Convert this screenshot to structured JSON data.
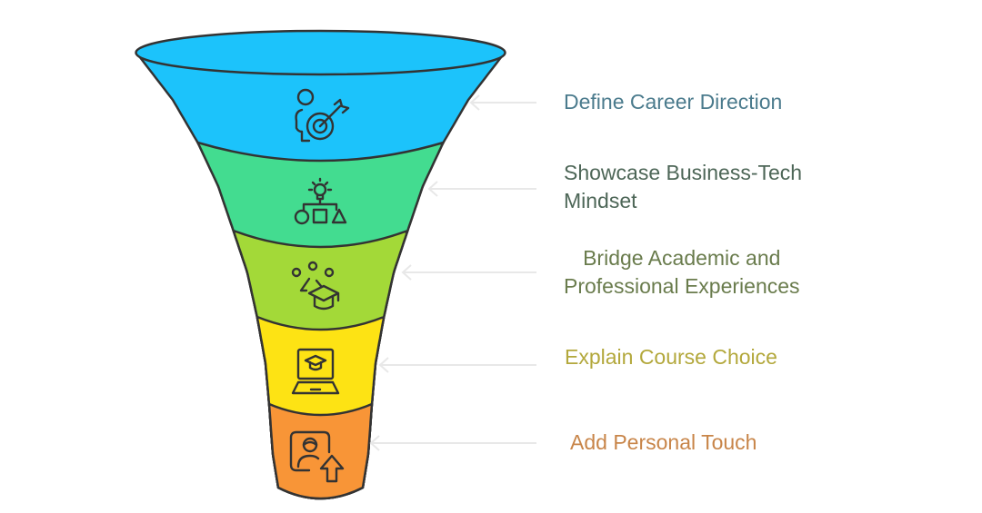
{
  "stages": [
    {
      "label_lines": [
        "Define Career Direction"
      ],
      "icon": "person-target-icon",
      "fill": "#1cc3fb",
      "text_color": "#4b7b8d"
    },
    {
      "label_lines": [
        "Showcase Business-Tech",
        "Mindset"
      ],
      "icon": "idea-shapes-icon",
      "fill": "#43dc90",
      "text_color": "#4d6657"
    },
    {
      "label_lines": [
        "Bridge Academic and",
        "Professional Experiences"
      ],
      "icon": "academic-experience-icon",
      "fill": "#a3d938",
      "text_color": "#6a7c4d"
    },
    {
      "label_lines": [
        "Explain Course Choice"
      ],
      "icon": "laptop-graduation-icon",
      "fill": "#fde314",
      "text_color": "#b3a83c"
    },
    {
      "label_lines": [
        "Add Personal Touch"
      ],
      "icon": "profile-upload-icon",
      "fill": "#f89537",
      "text_color": "#c88549"
    }
  ],
  "outline_color": "#333333",
  "arrow_color": "#e8e8e8"
}
